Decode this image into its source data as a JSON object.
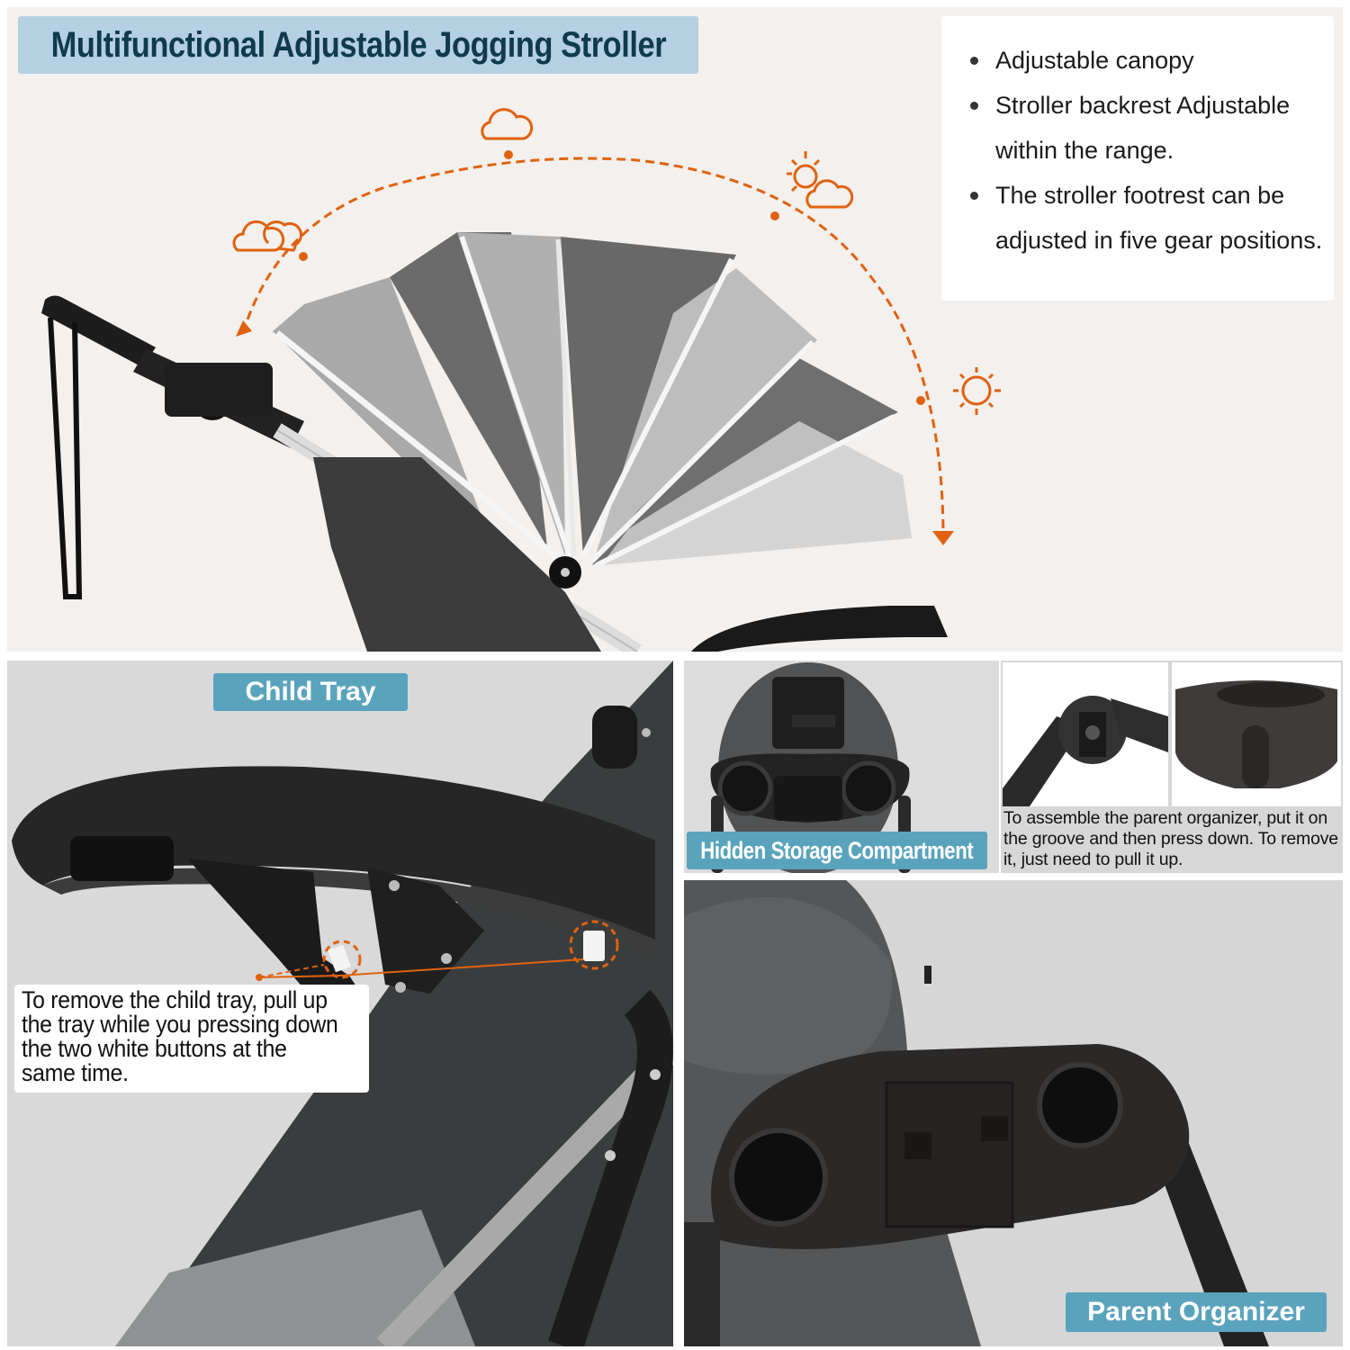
{
  "top_panel": {
    "title": "Multifunctional Adjustable Jogging Stroller",
    "features": [
      "Adjustable canopy",
      "Stroller backrest Adjustable within the range.",
      "The stroller footrest can be adjusted in five gear positions."
    ],
    "arc_icons": [
      "double-cloud-icon",
      "cloud-icon",
      "sun-cloud-icon",
      "sun-icon"
    ],
    "accent_color": "#e0620f"
  },
  "child_tray_panel": {
    "tag": "Child Tray",
    "caption": "To remove the child tray, pull up the tray while you pressing down the two white buttons at the same time."
  },
  "storage_panel": {
    "tag": "Hidden Storage Compartment"
  },
  "assemble_panel": {
    "caption": "To assemble the parent organizer, put it on the groove and then press down. To remove it, just need to pull it up."
  },
  "organizer_panel": {
    "tag": "Parent Organizer"
  },
  "colors": {
    "title_banner_bg": "#b5cfe3",
    "title_text": "#0f3b4c",
    "tag_bg": "#5aa3bd",
    "tag_text": "#ffffff"
  }
}
